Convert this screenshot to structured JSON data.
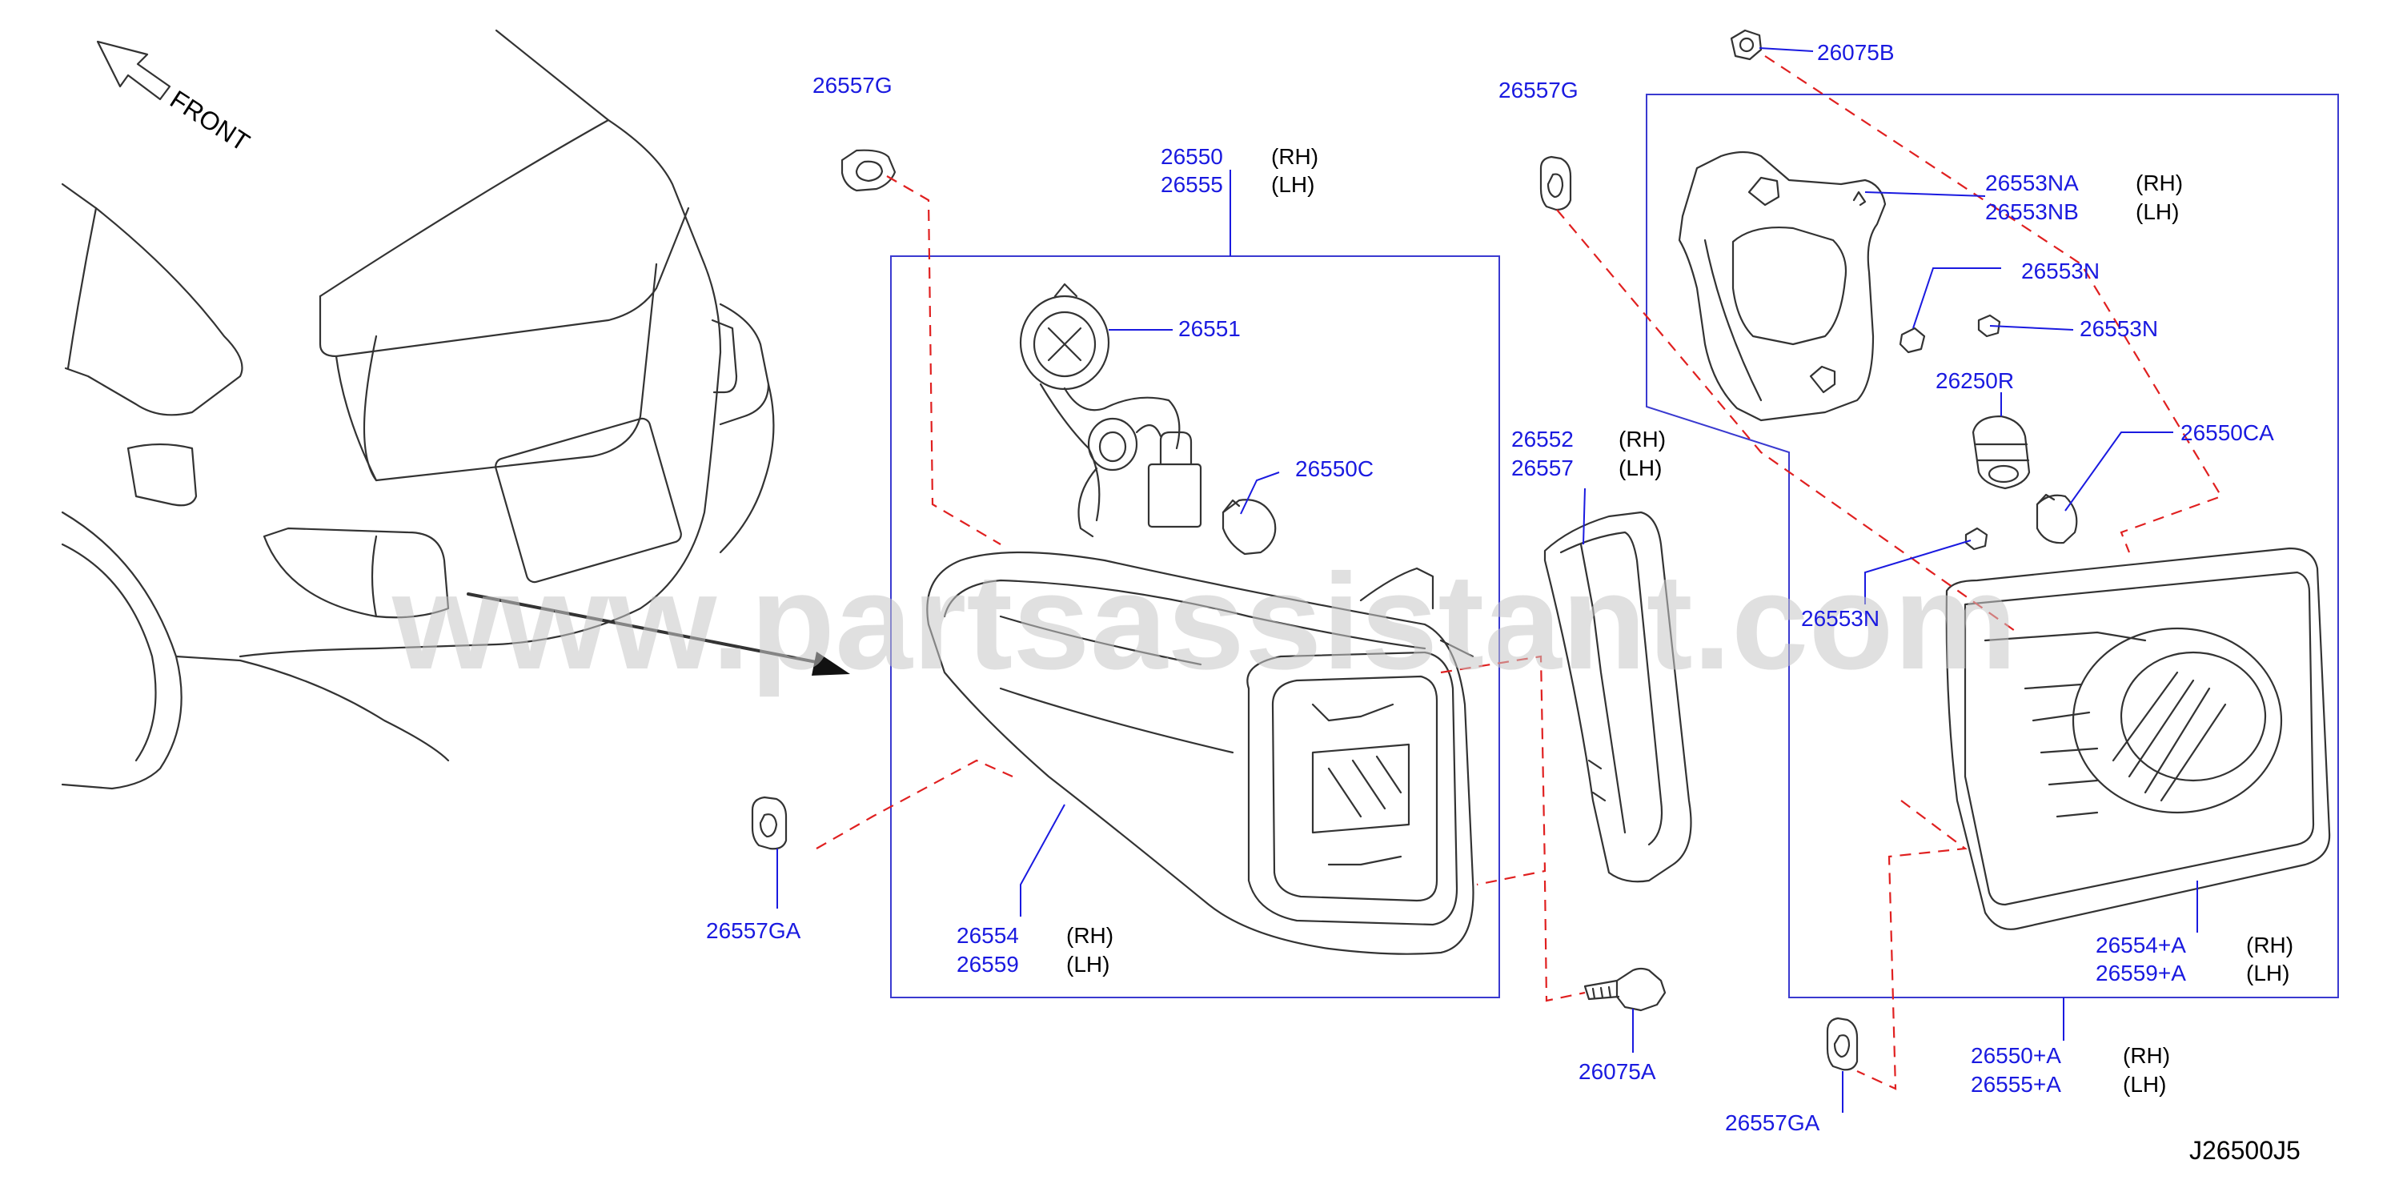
{
  "header": {
    "front_label": "FRONT"
  },
  "watermark": "www.partsassistant.com",
  "diagram_code": "J26500J5",
  "callouts": {
    "c_26557G_left": "26557G",
    "c_26550": "26550",
    "c_26550_side": "(RH)",
    "c_26555": "26555",
    "c_26555_side": "(LH)",
    "c_26551": "26551",
    "c_26550C": "26550C",
    "c_26557GA_left": "26557GA",
    "c_26554": "26554",
    "c_26554_side": "(RH)",
    "c_26559": "26559",
    "c_26559_side": "(LH)",
    "c_26557G_mid": "26557G",
    "c_26552": "26552",
    "c_26552_side": "(RH)",
    "c_26557": "26557",
    "c_26557_side": "(LH)",
    "c_26075A": "26075A",
    "c_26075B": "26075B",
    "c_26553NA": "26553NA",
    "c_26553NA_side": "(RH)",
    "c_26553NB": "26553NB",
    "c_26553NB_side": "(LH)",
    "c_26553N_a": "26553N",
    "c_26553N_b": "26553N",
    "c_26250R": "26250R",
    "c_26550CA": "26550CA",
    "c_26553N_c": "26553N",
    "c_26554A": "26554+A",
    "c_26554A_side": "(RH)",
    "c_26559A": "26559+A",
    "c_26559A_side": "(LH)",
    "c_26550A": "26550+A",
    "c_26550A_side": "(RH)",
    "c_26555A": "26555+A",
    "c_26555A_side": "(LH)",
    "c_26557GA_right": "26557GA"
  },
  "colors": {
    "callout_text": "#1a1ae0",
    "leader_line": "#1a1ae0",
    "group_box": "#3a3ad0",
    "mating_dash": "#e02020",
    "drawing_line": "#333333",
    "watermark": "#c8c8c8"
  }
}
